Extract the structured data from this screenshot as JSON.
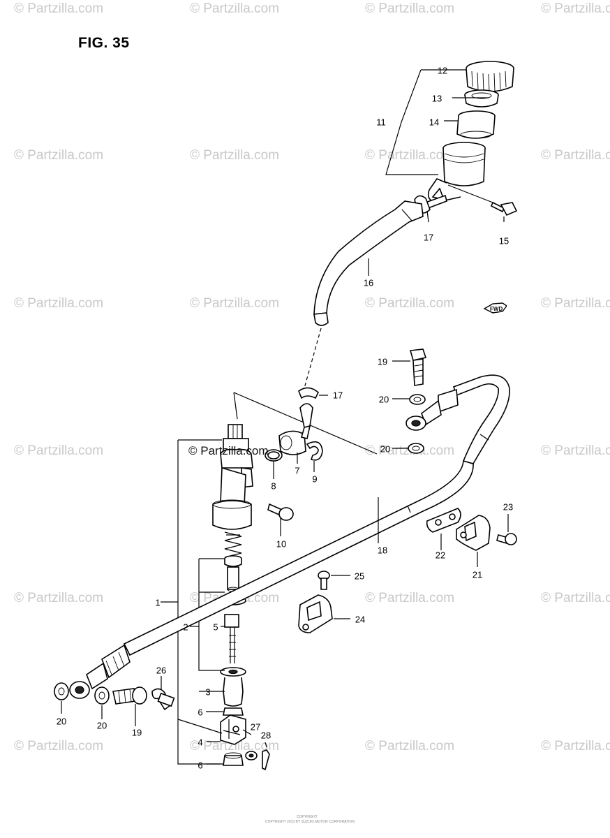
{
  "figure_title": "FIG. 35",
  "watermark_text": "© Partzilla.com",
  "watermark_overlay": "© Partzilla.com",
  "copyright_line_1": "COPYRIGHT",
  "copyright_line_2": "COPYRIGHT 2013 BY SUZUKI MOTOR CORPORATION",
  "forward_marker": "FWD",
  "callouts": {
    "c1": "1",
    "c2": "2",
    "c3": "3",
    "c4": "4",
    "c5": "5",
    "c6a": "6",
    "c6b": "6",
    "c7": "7",
    "c8": "8",
    "c9": "9",
    "c10": "10",
    "c11": "11",
    "c12": "12",
    "c13": "13",
    "c14": "14",
    "c15": "15",
    "c16": "16",
    "c17a": "17",
    "c17b": "17",
    "c18": "18",
    "c19a": "19",
    "c19b": "19",
    "c20a": "20",
    "c20b": "20",
    "c20c": "20",
    "c20d": "20",
    "c21": "21",
    "c22": "22",
    "c23": "23",
    "c24": "24",
    "c25": "25",
    "c26": "26",
    "c27": "27",
    "c28": "28"
  },
  "colors": {
    "line": "#000000",
    "watermark": "#c8c8c8",
    "background": "#ffffff"
  }
}
